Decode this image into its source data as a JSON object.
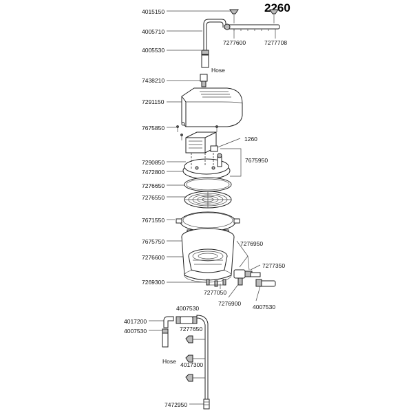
{
  "title": "2260",
  "labels_left": [
    {
      "id": "4015150",
      "text": "4015150"
    },
    {
      "id": "4005710",
      "text": "4005710"
    },
    {
      "id": "4005530",
      "text": "4005530"
    },
    {
      "id": "7438210",
      "text": "7438210"
    },
    {
      "id": "7291150",
      "text": "7291150"
    },
    {
      "id": "7675850",
      "text": "7675850"
    },
    {
      "id": "7290850",
      "text": "7290850"
    },
    {
      "id": "7472800",
      "text": "7472800"
    },
    {
      "id": "7276650",
      "text": "7276650"
    },
    {
      "id": "7276550",
      "text": "7276550"
    },
    {
      "id": "7671550",
      "text": "7671550"
    },
    {
      "id": "7675750",
      "text": "7675750"
    },
    {
      "id": "7276600",
      "text": "7276600"
    },
    {
      "id": "7269300",
      "text": "7269300"
    },
    {
      "id": "4017200",
      "text": "4017200"
    },
    {
      "id": "4007530b",
      "text": "4007530"
    },
    {
      "id": "7472950",
      "text": "7472950"
    }
  ],
  "labels_other": {
    "l7277600": "7277600",
    "l7277708": "7277708",
    "hose_top": "Hose",
    "l1260": "1260",
    "l7675950": "7675950",
    "l7276950": "7276950",
    "l7277350": "7277350",
    "l7277050": "7277050",
    "l7276900": "7276900",
    "l4007530_right": "4007530",
    "l4007530_top": "4007530",
    "l7277650": "7277650",
    "hose_bottom": "Hose",
    "l4017300": "4017300"
  }
}
